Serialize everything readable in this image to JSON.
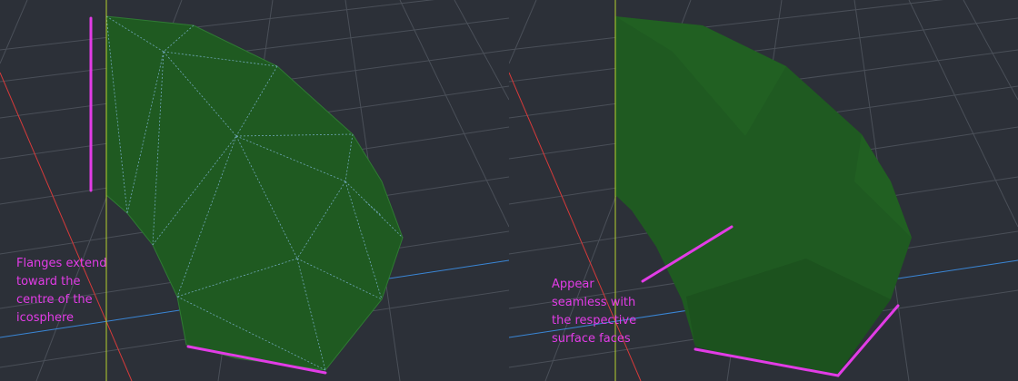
{
  "colors": {
    "background": "#2c3038",
    "grid": "#4a4f58",
    "axis_x": "#d63a3a",
    "axis_y": "#b5d12e",
    "axis_z": "#3a86d6",
    "mesh_fill": "#1f5a21",
    "wire": "#7fb6d6",
    "annotation": "#e23ce6"
  },
  "viewports": [
    {
      "name": "wireframe-view",
      "shading": "wireframe overlay",
      "annotation": "Flanges extend\ntoward the\ncentre of the\nicosphere"
    },
    {
      "name": "solid-view",
      "shading": "solid",
      "annotation": "Appear\nseamless with\nthe respective\nsurface faces"
    }
  ]
}
